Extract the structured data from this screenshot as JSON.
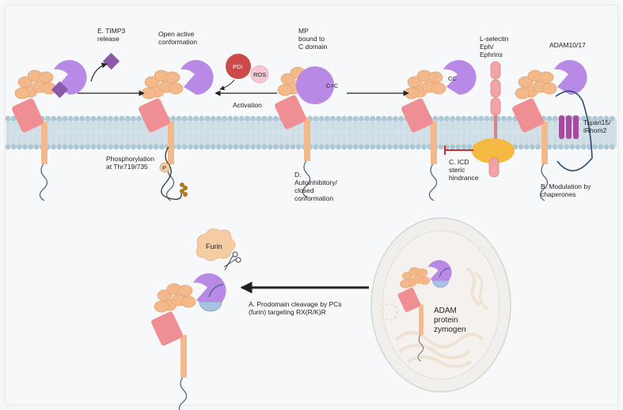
{
  "labels": {
    "timp3": "E. TIMP3\nrelease",
    "open_active": "Open active\nconformation",
    "pdi": "PDI",
    "ros": "ROS",
    "activation": "Activation",
    "mp_bound": "MP\nbound to\nC domain",
    "cc_bond": "C=C",
    "cc": "CC",
    "lselectin": "L-selectin\nEph/\nEphrins",
    "adam1017": "ADAM10/17",
    "tspan": "Tspan15/\niRhom2",
    "phospho": "Phosphorylation\nat Thr719/735",
    "p": "P",
    "autoinhib": "D.\nAutoinhibitory/\nclosed\nconformation",
    "icd": "C. ICD\nsteric\nhindrance",
    "modulation": "B. Modulation by\nchaperones",
    "furin": "Furin",
    "prodomain": "A. Prodomain cleavage by PCs\n(furin) targeting RX(R/K)R",
    "zymogen": "ADAM\nprotein\nzymogen"
  },
  "colors": {
    "membrane_head": "#aec7d4",
    "membrane_tail": "#d3e0e7",
    "pink_domain": "#ef8f94",
    "orange_domain": "#f3b98b",
    "purple_domain": "#b98ae5",
    "timp3": "#8a5aa8",
    "pdi": "#cd4a4a",
    "ros": "#f6c8d2",
    "prodomain": "#a9c1e2",
    "furin": "#f6cda2",
    "lselectin": "#f2a3a6",
    "ephrin": "#f3b940",
    "tspan": "#a84ba0",
    "arrow": "#222222"
  }
}
